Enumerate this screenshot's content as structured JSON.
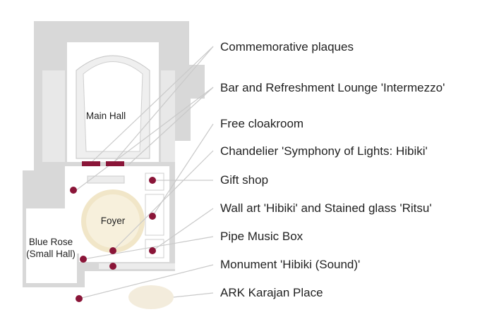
{
  "map": {
    "labels": {
      "main_hall": "Main Hall",
      "foyer": "Foyer",
      "blue_rose_line1": "Blue Rose",
      "blue_rose_line2": "(Small Hall)"
    },
    "legend": [
      "Commemorative plaques",
      "Bar and Refreshment Lounge 'Intermezzo'",
      "Free cloakroom",
      "Chandelier 'Symphony of Lights: Hibiki'",
      "Gift shop",
      "Wall art 'Hibiki' and Stained glass 'Ritsu'",
      "Pipe Music Box",
      "Monument 'Hibiki (Sound)'",
      "ARK Karajan Place"
    ],
    "colors": {
      "wall": "#d8d8d8",
      "marker": "#8a1538",
      "leader_line": "#c9c9c9",
      "plaza": "#f3ecdc",
      "chandelier_glow": "#f1e6c8"
    }
  }
}
